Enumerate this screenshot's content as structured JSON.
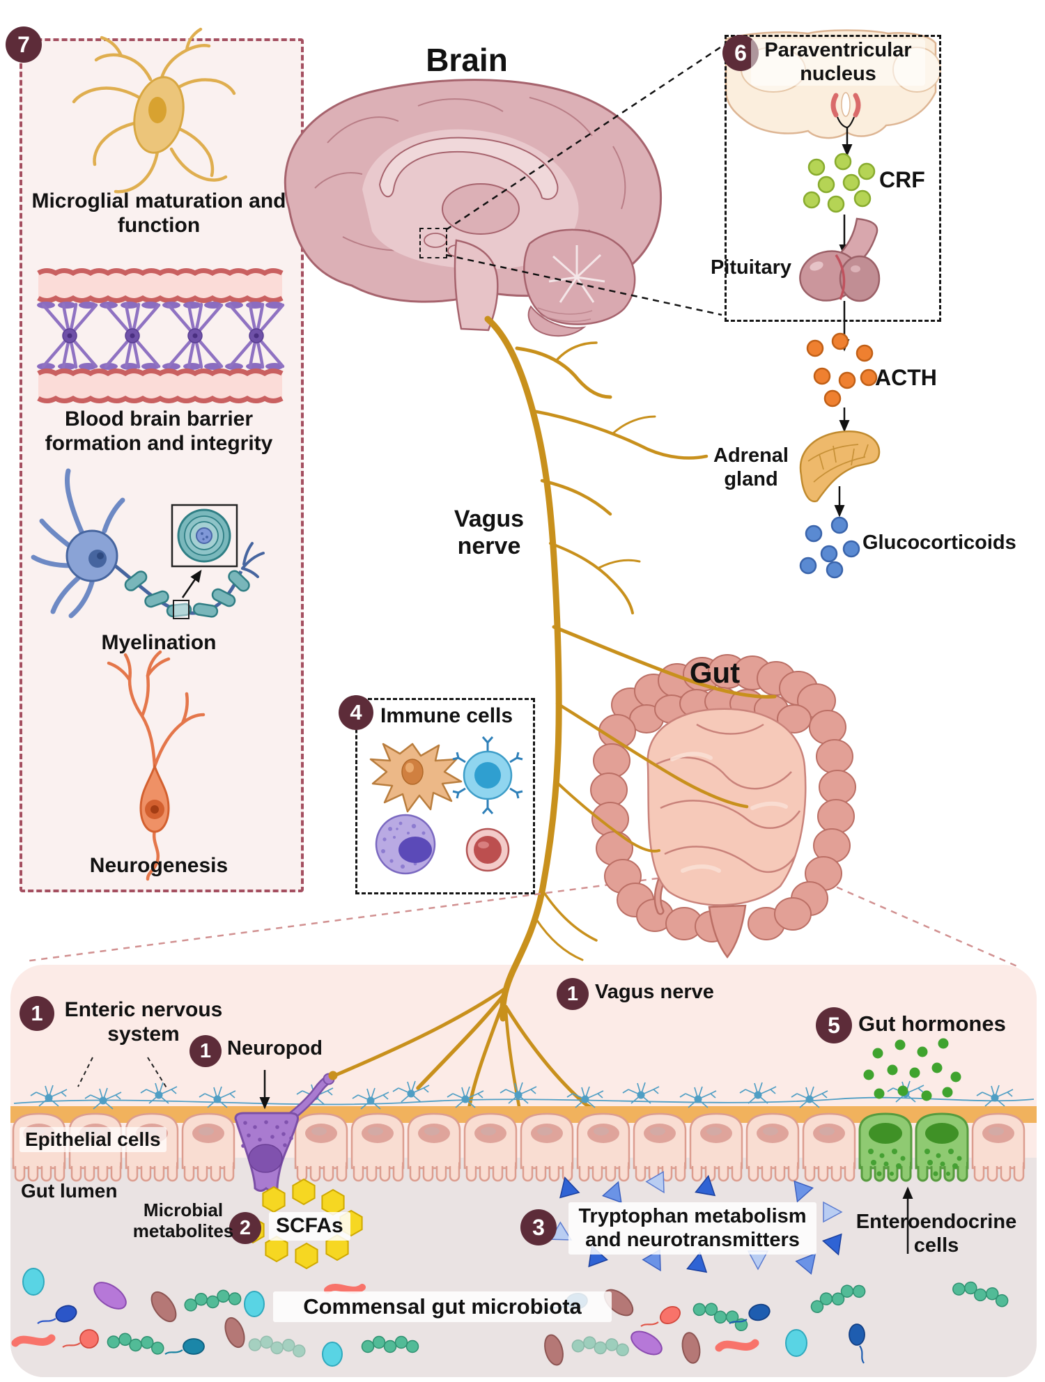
{
  "figure": {
    "brain_label": "Brain",
    "gut_label": "Gut",
    "vagus_label": "Vagus nerve"
  },
  "left_panel": {
    "badge": "7",
    "items": [
      "Microglial maturation and function",
      "Blood brain barrier formation and integrity",
      "Myelination",
      "Neurogenesis"
    ]
  },
  "hpa_panel": {
    "badge": "6",
    "pvn": "Paraventricular nucleus",
    "crf": "CRF",
    "pituitary": "Pituitary",
    "acth": "ACTH",
    "adrenal": "Adrenal gland",
    "glucocorticoids": "Glucocorticoids"
  },
  "immune_panel": {
    "badge": "4",
    "label": "Immune cells"
  },
  "mucosa_panel": {
    "ens_badge": "1",
    "ens": "Enteric nervous system",
    "neuropod_badge": "1",
    "neuropod": "Neuropod",
    "vagus_badge": "1",
    "vagus": "Vagus nerve",
    "hormones_badge": "5",
    "hormones": "Gut hormones",
    "epithelial": "Epithelial cells",
    "gut_lumen": "Gut lumen",
    "microbial": "Microbial metabolites",
    "scfa_badge": "2",
    "scfa": "SCFAs",
    "tryptophan_badge": "3",
    "tryptophan": "Tryptophan metabolism and neurotransmitters",
    "enteroendocrine": "Enteroendocrine cells",
    "microbiota": "Commensal gut microbiota"
  },
  "colors": {
    "badge": "#5d2c39",
    "vagus_gold": "#c8901c",
    "panel_pink": "#fcebe7",
    "panel_light": "#faf1f0",
    "lumen_gray": "#eae3e3",
    "dashed_red": "#a44f60",
    "crf_green": "#b5d455",
    "acth_orange": "#ef8030",
    "gluco_blue": "#5a8ad2",
    "entero_green": "#8fca72",
    "scfa_yellow": "#f6d722",
    "neuropod_purple": "#a97bd0",
    "epithelium": "#f9ddd2",
    "ens_blue": "#4f9ec4"
  }
}
